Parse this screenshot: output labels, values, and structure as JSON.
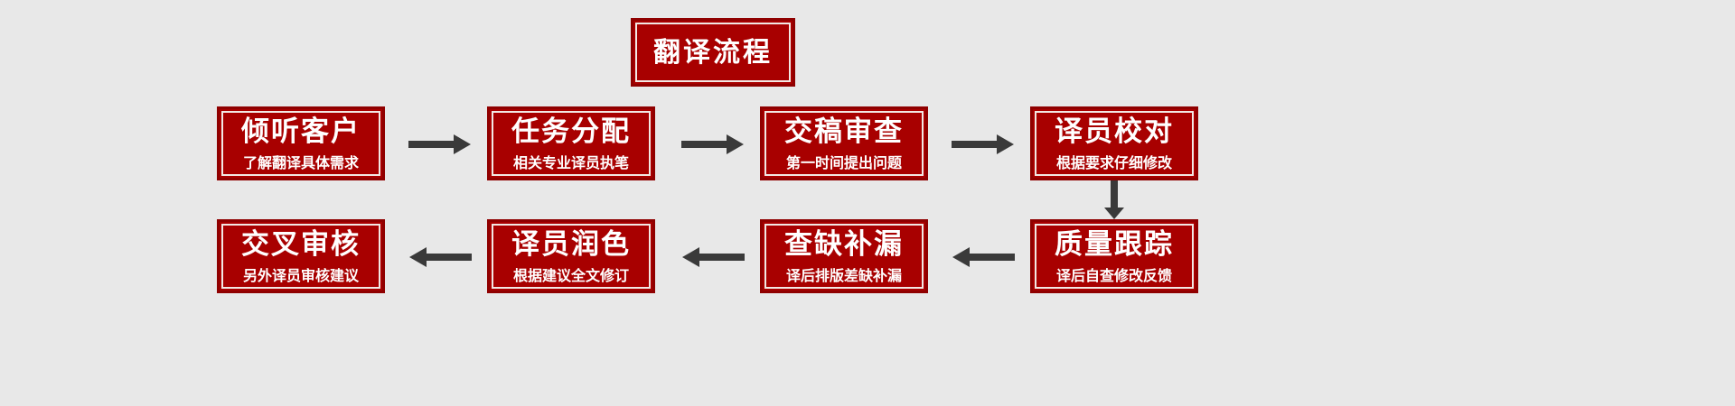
{
  "diagram": {
    "title": "翻译流程",
    "background_color": "#e8e8e8",
    "box_fill_color": "#a80000",
    "box_border_color": "#8f0000",
    "box_inner_line_color": "#f2e8e4",
    "arrow_color": "#3a3a3a",
    "text_color": "#ffffff"
  },
  "steps": [
    {
      "id": 1,
      "title": "倾听客户",
      "subtitle": "了解翻译具体需求"
    },
    {
      "id": 2,
      "title": "任务分配",
      "subtitle": "相关专业译员执笔"
    },
    {
      "id": 3,
      "title": "交稿审查",
      "subtitle": "第一时间提出问题"
    },
    {
      "id": 4,
      "title": "译员校对",
      "subtitle": "根据要求仔细修改"
    },
    {
      "id": 5,
      "title": "质量跟踪",
      "subtitle": "译后自查修改反馈"
    },
    {
      "id": 6,
      "title": "查缺补漏",
      "subtitle": "译后排版差缺补漏"
    },
    {
      "id": 7,
      "title": "译员润色",
      "subtitle": "根据建议全文修订"
    },
    {
      "id": 8,
      "title": "交叉审核",
      "subtitle": "另外译员审核建议"
    }
  ],
  "connectors": [
    {
      "from": 1,
      "to": 2,
      "direction": "right"
    },
    {
      "from": 2,
      "to": 3,
      "direction": "right"
    },
    {
      "from": 3,
      "to": 4,
      "direction": "right"
    },
    {
      "from": 4,
      "to": 5,
      "direction": "down"
    },
    {
      "from": 5,
      "to": 6,
      "direction": "left"
    },
    {
      "from": 6,
      "to": 7,
      "direction": "left"
    },
    {
      "from": 7,
      "to": 8,
      "direction": "left"
    }
  ]
}
